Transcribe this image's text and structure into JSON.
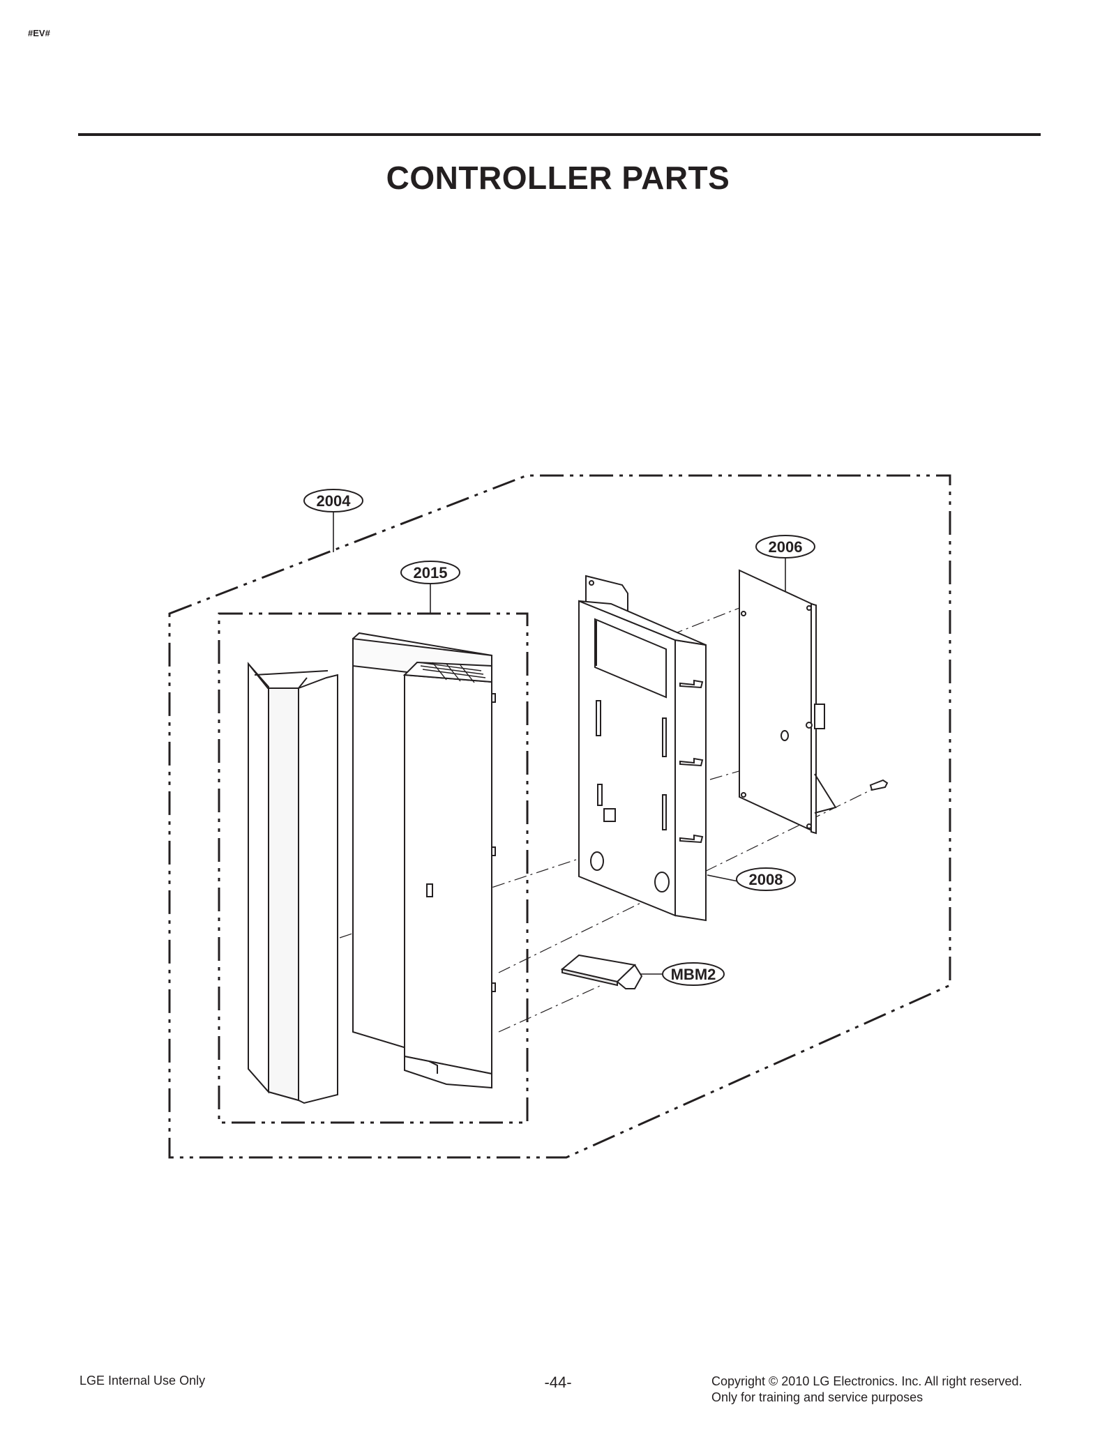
{
  "header": {
    "tag": "#EV#",
    "title": "CONTROLLER PARTS"
  },
  "callouts": [
    {
      "id": "2004",
      "label": "2004"
    },
    {
      "id": "2015",
      "label": "2015"
    },
    {
      "id": "2006",
      "label": "2006"
    },
    {
      "id": "2008",
      "label": "2008"
    },
    {
      "id": "MBM2",
      "label": "MBM2"
    }
  ],
  "footer": {
    "left": "LGE Internal Use Only",
    "page": "-44-",
    "copyright_line1": "Copyright © 2010 LG Electronics. Inc. All right reserved.",
    "copyright_line2": "Only for training and service purposes"
  }
}
